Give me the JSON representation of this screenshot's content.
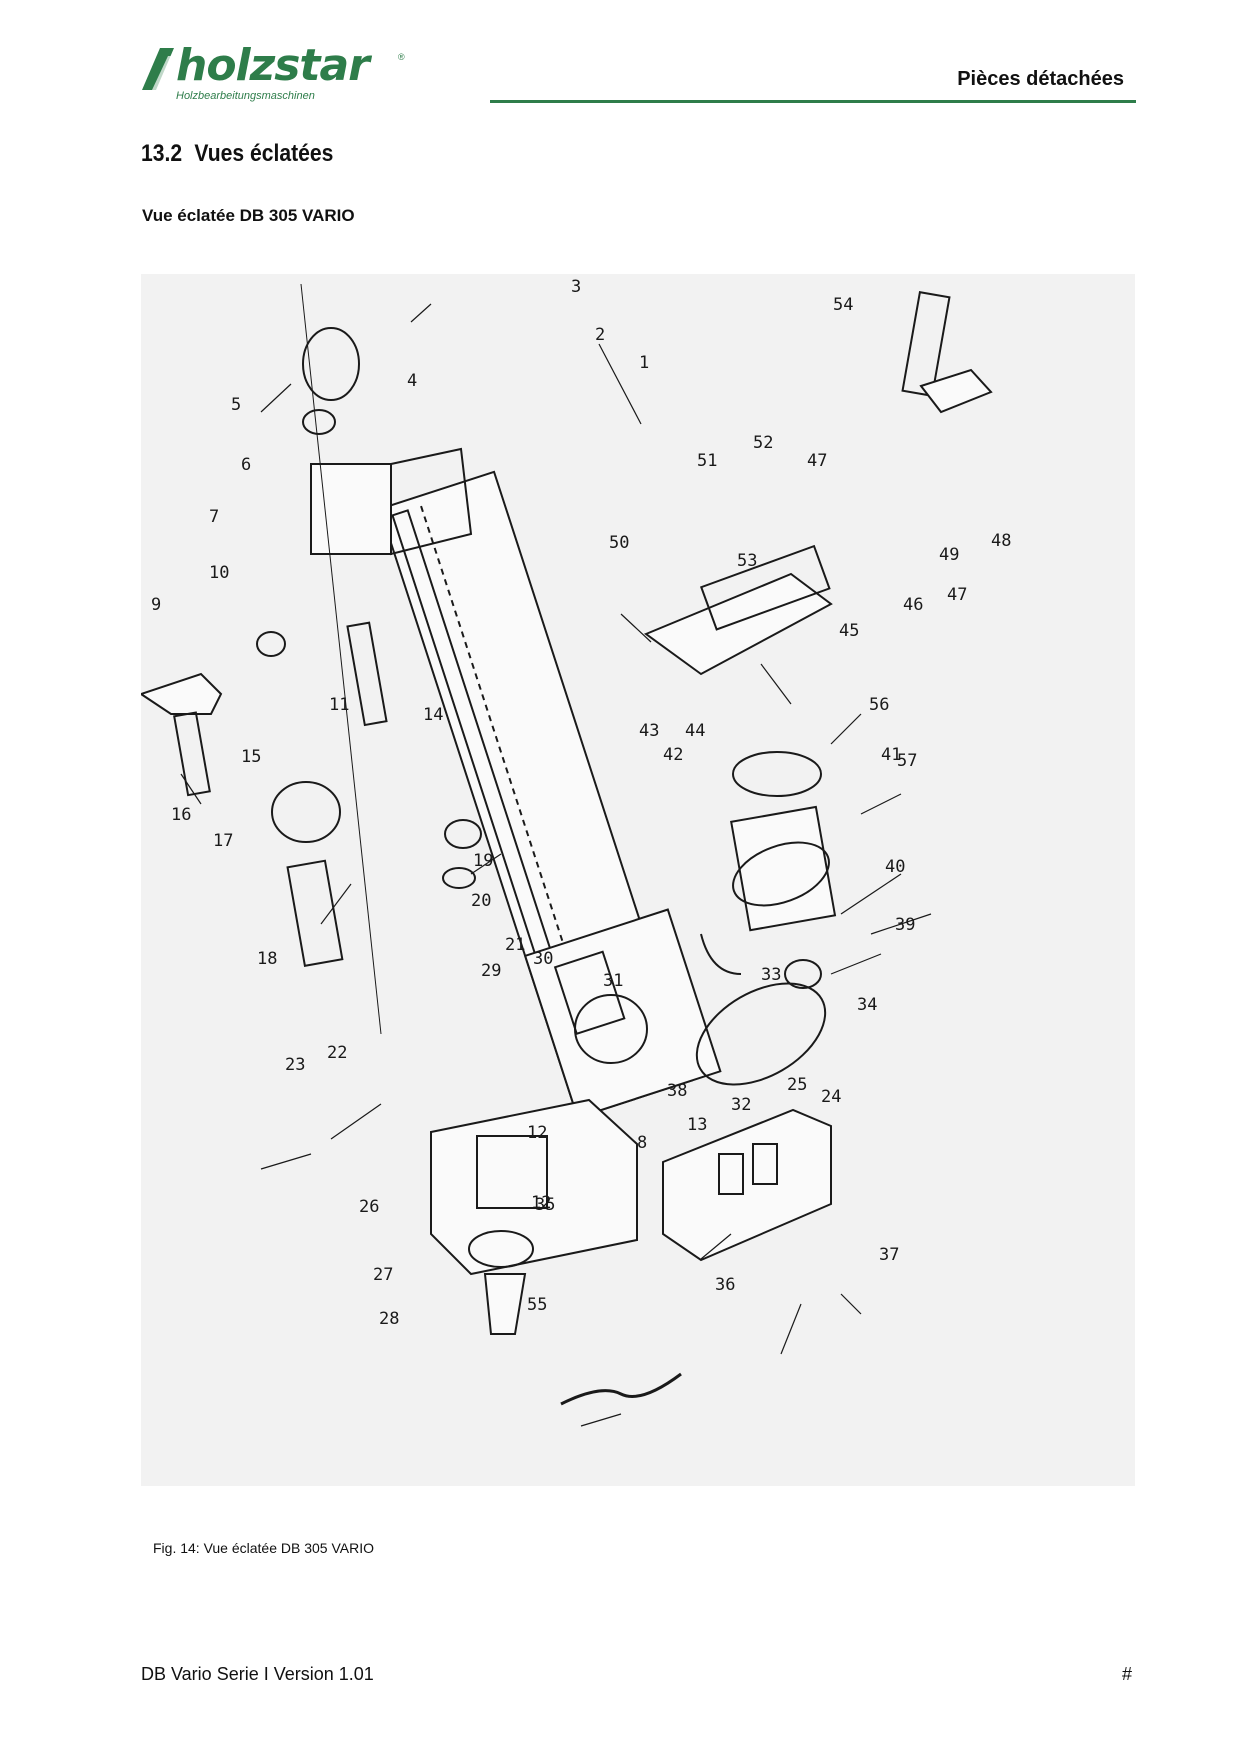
{
  "header": {
    "brand": "holzstar",
    "brand_sub": "Holzbearbeitungsmaschinen",
    "brand_reg": "®",
    "section_right": "Pièces détachées",
    "accent": "#2e7d4a"
  },
  "section": {
    "number": "13.2",
    "title": "Vues éclatées",
    "subtitle": "Vue éclatée DB 305 VARIO"
  },
  "figure": {
    "caption": "Fig. 14: Vue éclatée  DB 305 VARIO",
    "callouts": [
      "1",
      "2",
      "3",
      "4",
      "5",
      "6",
      "7",
      "8",
      "9",
      "10",
      "11",
      "12",
      "12",
      "13",
      "14",
      "15",
      "16",
      "17",
      "18",
      "19",
      "20",
      "21",
      "22",
      "23",
      "24",
      "25",
      "26",
      "27",
      "28",
      "29",
      "30",
      "31",
      "32",
      "33",
      "34",
      "35",
      "36",
      "37",
      "38",
      "39",
      "40",
      "41",
      "42",
      "43",
      "44",
      "45",
      "46",
      "47",
      "47",
      "48",
      "49",
      "50",
      "51",
      "52",
      "53",
      "54",
      "55",
      "56",
      "57"
    ]
  },
  "footer": {
    "left": "DB Vario Serie I Version 1.01",
    "right": "#"
  }
}
